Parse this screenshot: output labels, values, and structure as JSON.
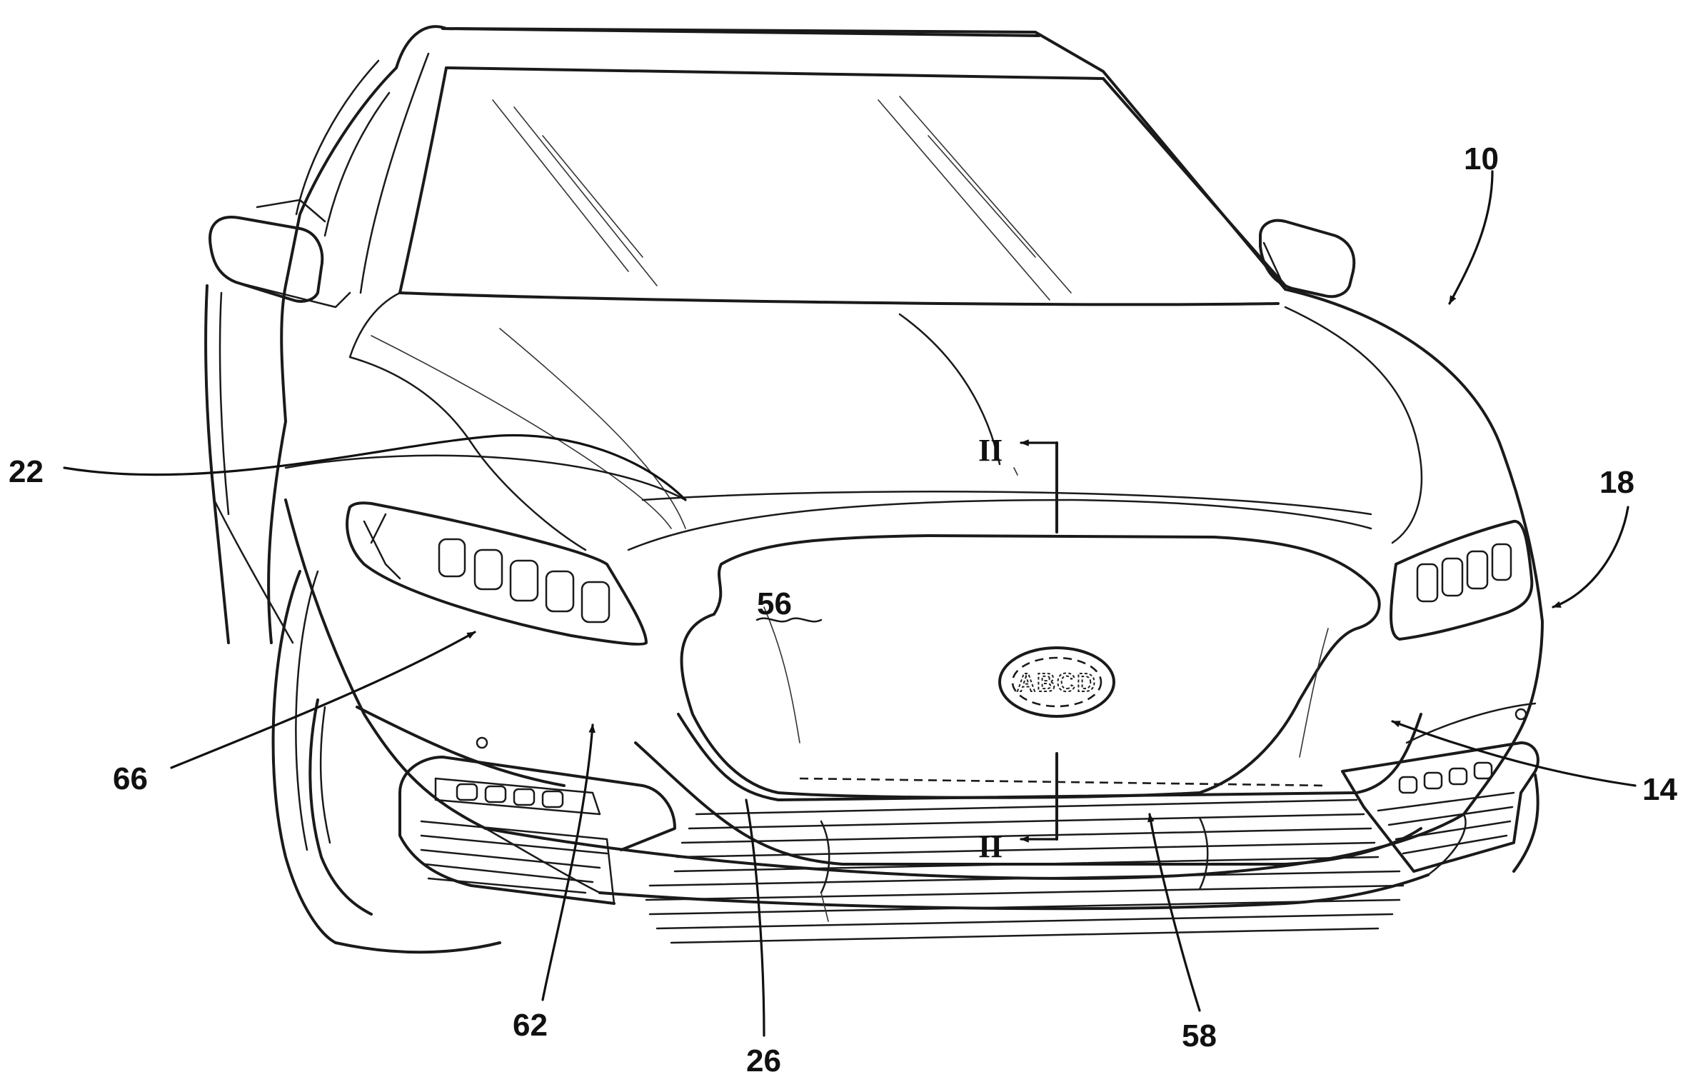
{
  "figure": {
    "badge_text": "ABCD",
    "section_marks": [
      "II",
      "II"
    ],
    "reference_numerals": [
      {
        "id": "ref-10",
        "label": "10"
      },
      {
        "id": "ref-18",
        "label": "18"
      },
      {
        "id": "ref-14",
        "label": "14"
      },
      {
        "id": "ref-22",
        "label": "22"
      },
      {
        "id": "ref-56",
        "label": "56"
      },
      {
        "id": "ref-66",
        "label": "66"
      },
      {
        "id": "ref-62",
        "label": "62"
      },
      {
        "id": "ref-26",
        "label": "26"
      },
      {
        "id": "ref-58",
        "label": "58"
      }
    ]
  }
}
